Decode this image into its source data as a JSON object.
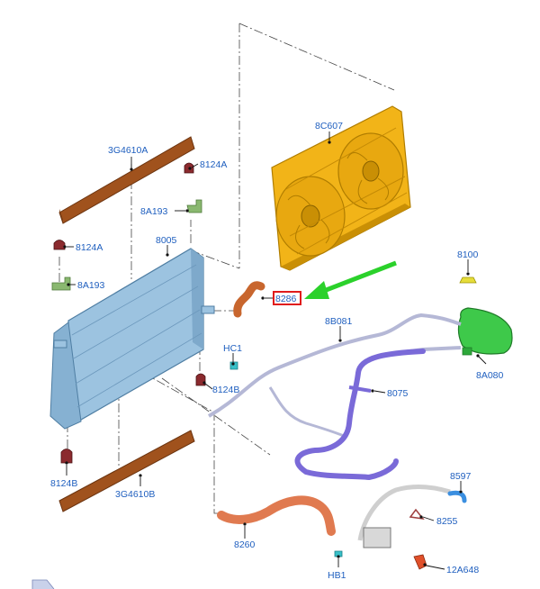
{
  "callouts": {
    "fan_shroud": "8C607",
    "radiator": "8005",
    "upper_hose": "8286",
    "reservoir_cap": "8100",
    "overflow_hose": "8B081",
    "reservoir": "8A080",
    "air_deflector_top": "3G4610A",
    "air_deflector_bottom": "3G4610B",
    "insulator_top_right": "8124A",
    "insulator_top_left": "8124A",
    "insulator_bottom_right": "8124B",
    "insulator_bottom_left": "8124B",
    "bracket_right": "8A193",
    "bracket_left": "8A193",
    "clip_hc1": "HC1",
    "hose_8075": "8075",
    "lower_hose": "8260",
    "hose_8597": "8597",
    "clamp_8255": "8255",
    "clip_hb1": "HB1",
    "sensor_12a648": "12A648"
  },
  "colors": {
    "label_text": "#1f5fbf",
    "highlight_box": "#e01b1b",
    "pointer_arrow": "#2bd12b",
    "fan_shroud": "#f2b418",
    "radiator": "#9cc3e0",
    "deflector": "#a0521d",
    "reservoir": "#3ec94a",
    "cap": "#e6dd3a",
    "hose_silver": "#b5b8d6",
    "hose_purple": "#7a6ad8",
    "hose_orange": "#e07a50",
    "hose_gray": "#cfcfcf"
  },
  "highlighted_callout": "8286"
}
